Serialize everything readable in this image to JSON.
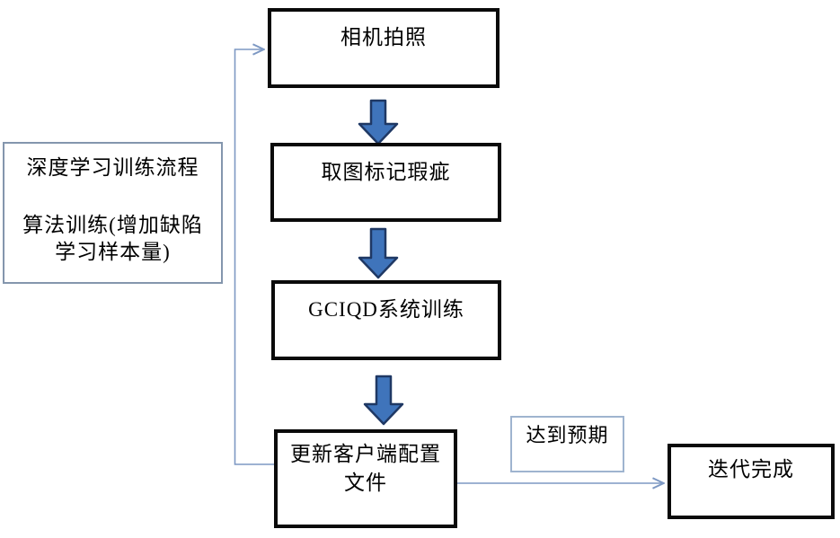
{
  "nodes": {
    "camera": {
      "label": "相机拍照"
    },
    "mark_defects": {
      "label": "取图标记瑕疵"
    },
    "system_training": {
      "label": "GCIQD系统训练"
    },
    "update_config": {
      "line1": "更新客户端配置",
      "line2": "文件"
    },
    "iteration_done": {
      "label": "迭代完成"
    },
    "process_note": {
      "line1": "深度学习训练流程",
      "line2": "算法训练(增加缺陷",
      "line3": "学习样本量)"
    },
    "condition": {
      "label": "达到预期"
    }
  },
  "colors": {
    "block_arrow_fill": "#3f74bb",
    "block_arrow_stroke": "#1f3864",
    "connector": "#7d98c3",
    "note_border": "#8496ad",
    "condition_border": "#9fb4cf",
    "box_border": "#0a0a0a"
  }
}
